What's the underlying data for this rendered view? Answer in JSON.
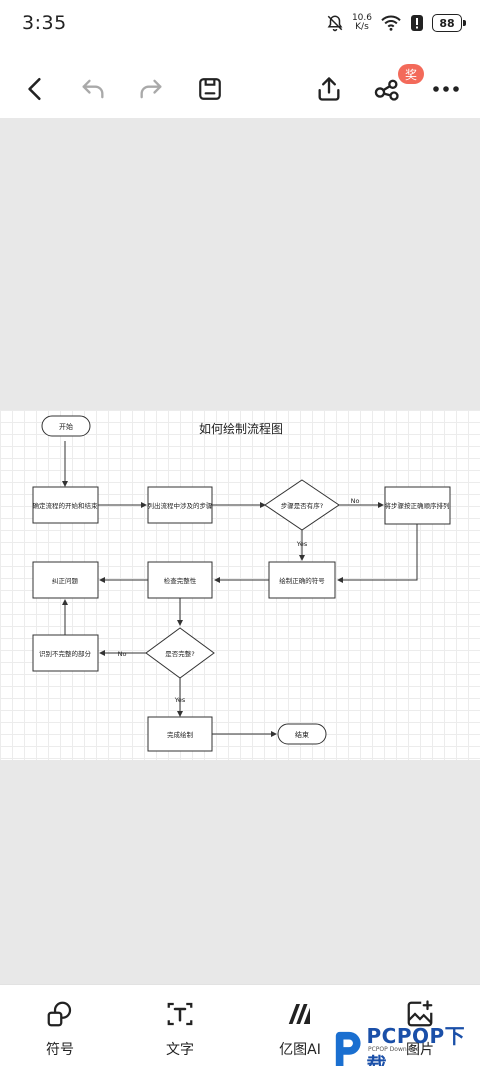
{
  "status_bar": {
    "time": "3:35",
    "net_speed_value": "10.6",
    "net_speed_unit": "K/s",
    "battery": "88"
  },
  "toolbar": {
    "badge": "奖"
  },
  "flowchart": {
    "title": "如何绘制流程图",
    "nodes": {
      "start": "开始",
      "determine_start_end": "确定流程的开始和结束",
      "list_steps": "列出流程中涉及的步骤",
      "ordered_decision": "步骤是否有序?",
      "arrange_order": "将步骤按正确顺序排列",
      "draw_symbols": "绘制正确的符号",
      "check_completeness": "检查完整性",
      "fix_issue": "纠正问题",
      "complete_decision": "是否完整?",
      "identify_incomplete": "识别不完整的部分",
      "finish_drawing": "完成绘制",
      "end": "结束"
    },
    "edge_labels": {
      "no1": "No",
      "yes1": "Yes",
      "no2": "No",
      "yes2": "Yes"
    }
  },
  "bottom_nav": [
    {
      "label": "符号",
      "icon": "symbol-shapes-icon"
    },
    {
      "label": "文字",
      "icon": "text-icon"
    },
    {
      "label": "亿图AI",
      "icon": "ai-logo-icon"
    },
    {
      "label": "图片",
      "icon": "image-add-icon"
    }
  ],
  "watermark": {
    "brand": "PCPOP下载",
    "sub": "PCPOP Download"
  }
}
